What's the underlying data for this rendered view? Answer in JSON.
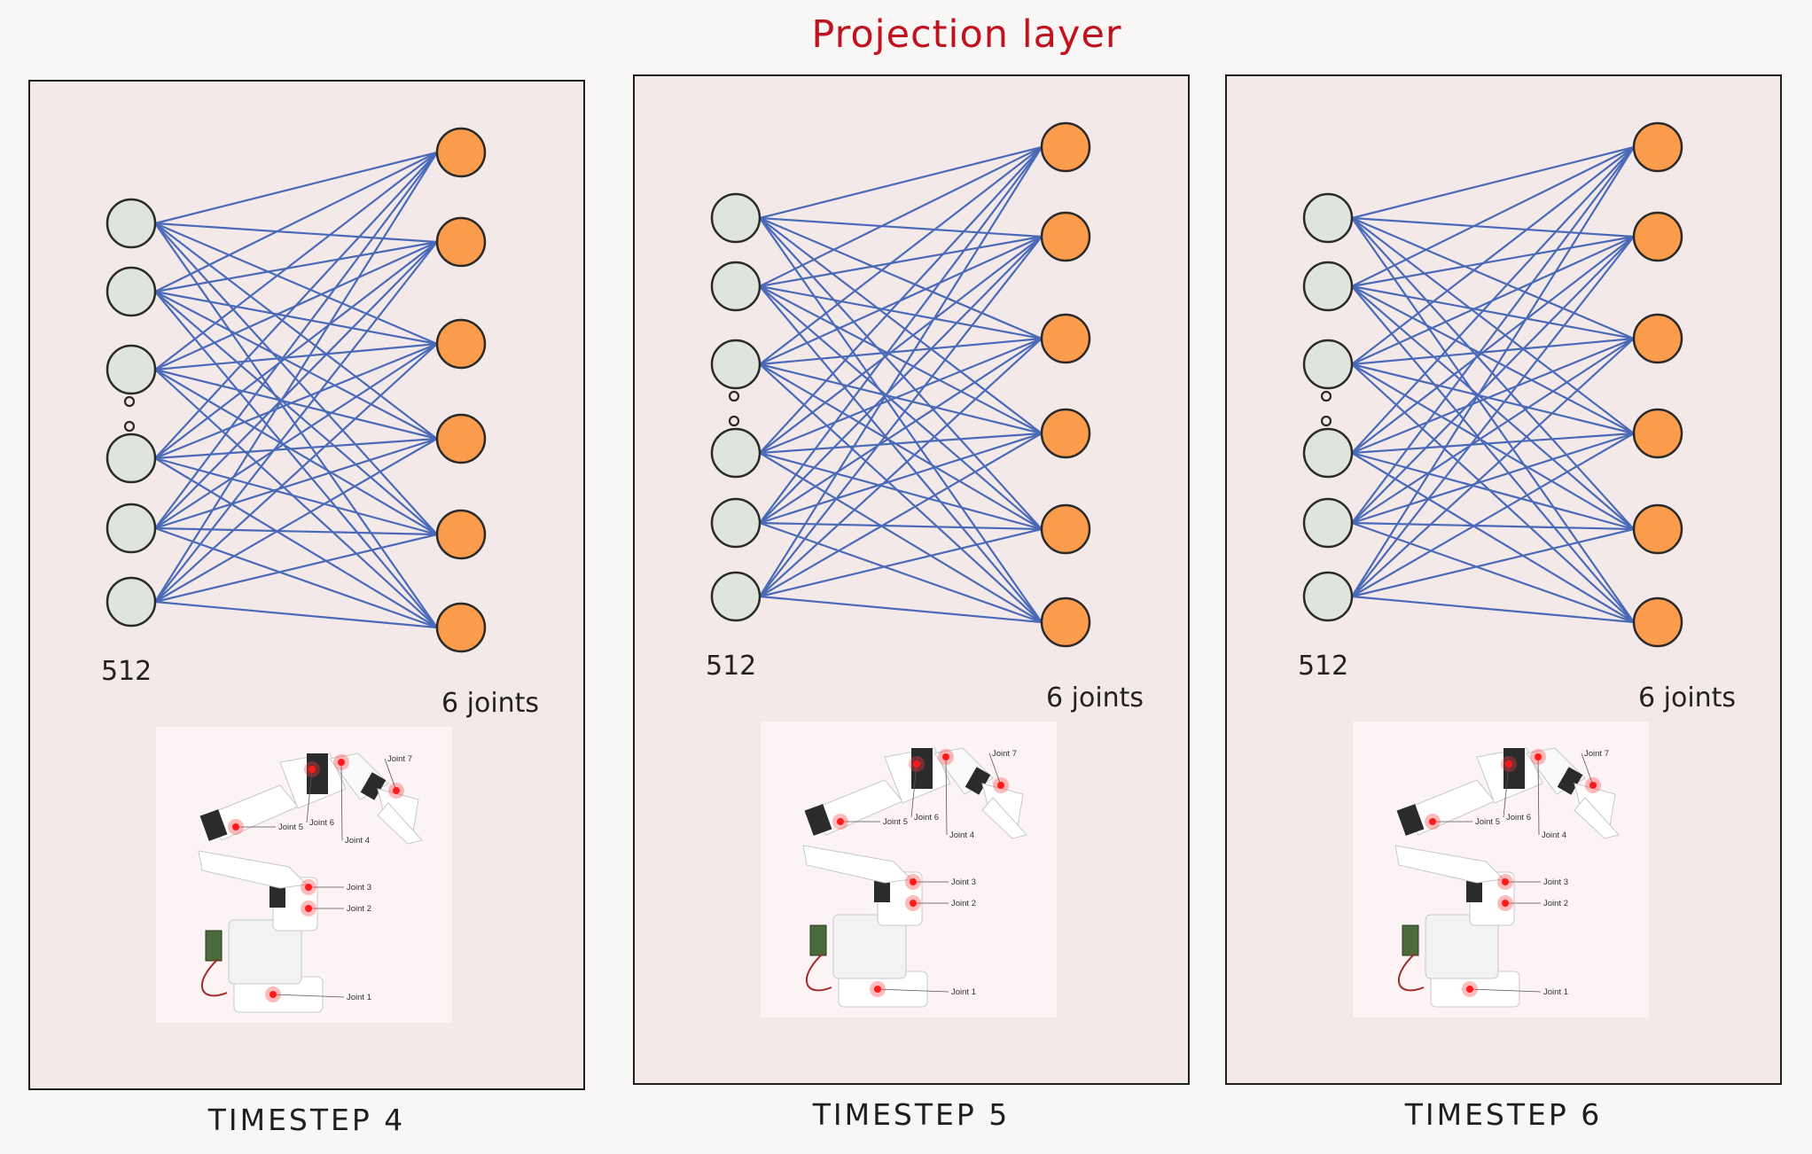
{
  "title": "Projection layer",
  "panels": [
    {
      "input_label": "512",
      "output_label": "6 joints",
      "caption": "TIMESTEP 4"
    },
    {
      "input_label": "512",
      "output_label": "6 joints",
      "caption": "TIMESTEP 5"
    },
    {
      "input_label": "512",
      "output_label": "6 joints",
      "caption": "TIMESTEP 6"
    }
  ],
  "network": {
    "input_nodes": 6,
    "output_nodes": 6
  },
  "robot_joints": [
    "Joint 1",
    "Joint 2",
    "Joint 3",
    "Joint 4",
    "Joint 5",
    "Joint 6",
    "Joint 7"
  ],
  "colors": {
    "title": "#c1121f",
    "edge": "#4a6ab8",
    "input_node": "#dfe5dc",
    "output_node": "#fb9b4c",
    "panel_bg": "#f3e9e9"
  }
}
